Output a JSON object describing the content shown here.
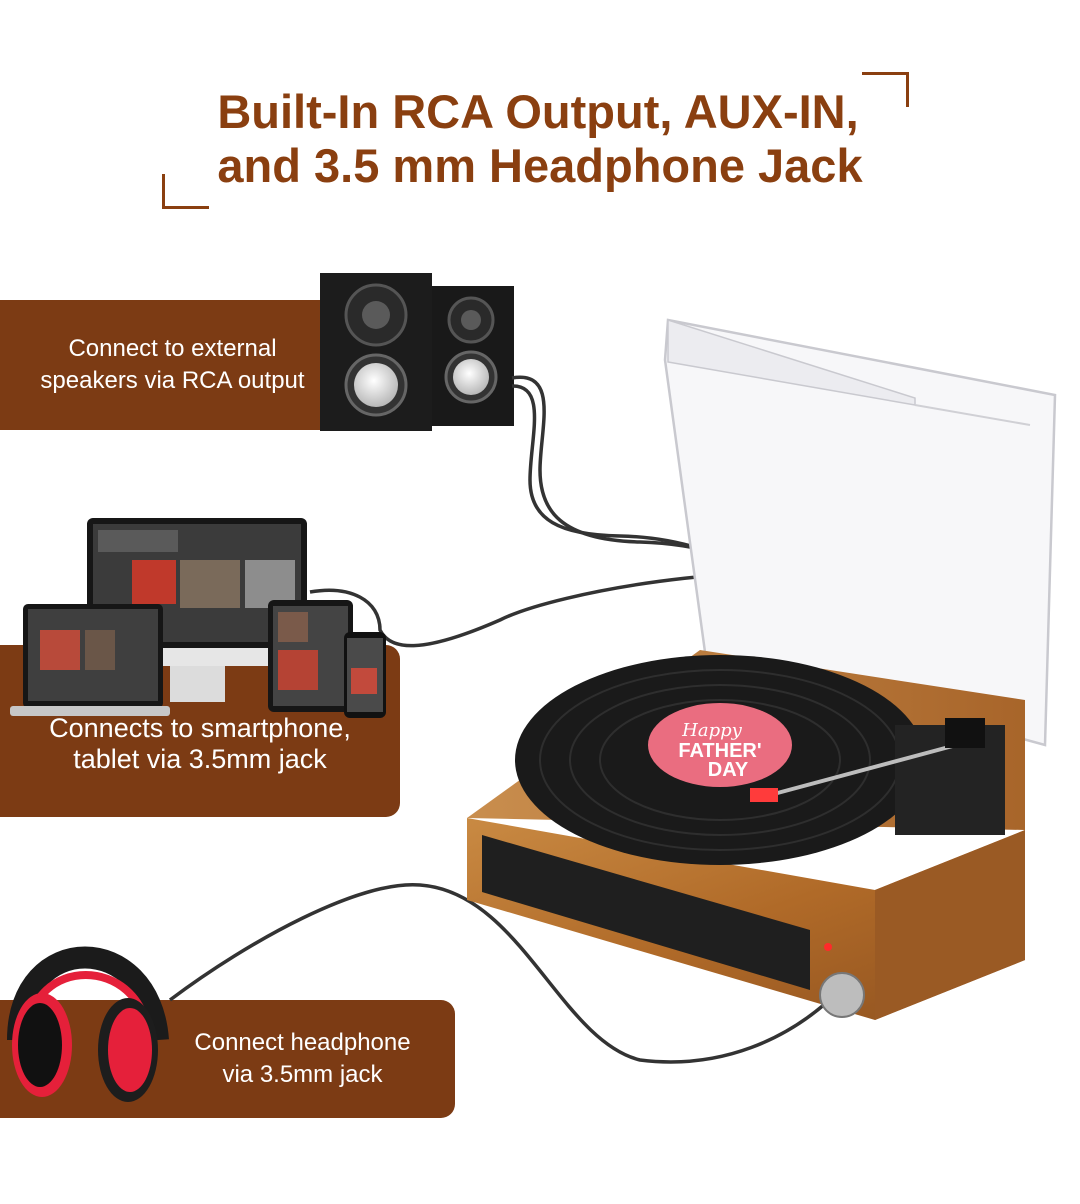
{
  "heading": {
    "line1": "Built-In RCA Output, AUX-IN,",
    "line2": "and 3.5 mm Headphone Jack"
  },
  "callouts": [
    {
      "line1": "Connect to external",
      "line2": "speakers via RCA output"
    },
    {
      "line1": "Connects to smartphone,",
      "line2": "tablet via 3.5mm jack"
    },
    {
      "line1": "Connect headphone",
      "line2": "via 3.5mm jack"
    }
  ],
  "record_label": {
    "line1": "Happy",
    "line2": "FATHER'",
    "line3": "DAY"
  },
  "colors": {
    "accent": "#8a3f10",
    "panel": "#7c3b14",
    "wood": "#b9732e",
    "vinyl": "#1b1b1b",
    "label": "#ea6d80"
  }
}
